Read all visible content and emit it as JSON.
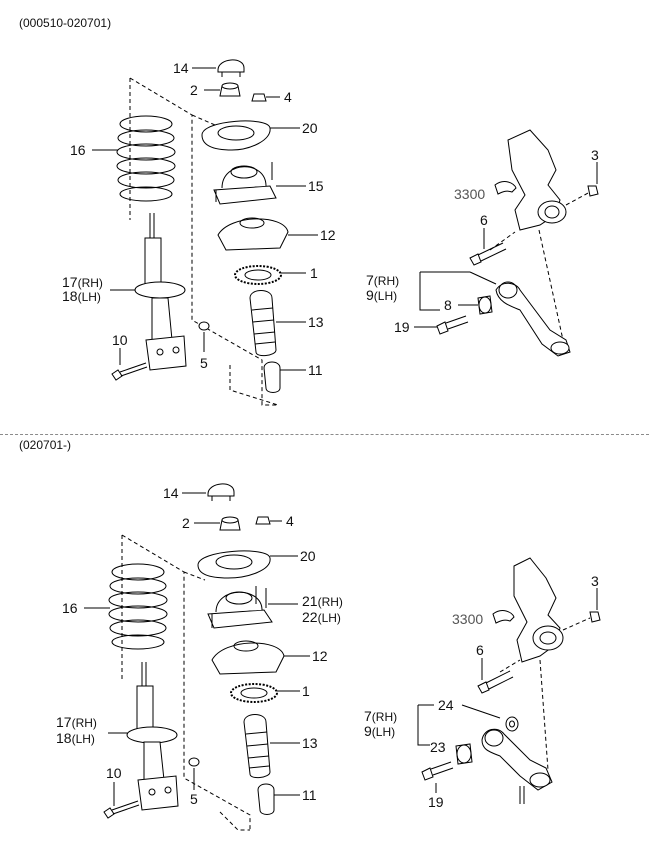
{
  "header_top": "(000510-020701)",
  "header_bottom": "(020701-)",
  "colors": {
    "line": "#000000",
    "separator": "#8b8b8b",
    "fill": "#ffffff"
  },
  "top": {
    "n14": "14",
    "n2": "2",
    "n4": "4",
    "n20": "20",
    "n16": "16",
    "n15": "15",
    "n12": "12",
    "n1": "1",
    "n13": "13",
    "n11": "11",
    "n17": "17",
    "rh": "(RH)",
    "n18": "18",
    "lh": "(LH)",
    "n10": "10",
    "n5": "5",
    "n3": "3",
    "n3300": "3300",
    "n6": "6",
    "n7": "7",
    "rh2": "(RH)",
    "n9": "9",
    "lh2": "(LH)",
    "n8": "8",
    "n19": "19"
  },
  "bottom": {
    "n14": "14",
    "n2": "2",
    "n4": "4",
    "n20": "20",
    "n16": "16",
    "n21": "21",
    "rh21": "(RH)",
    "n22": "22",
    "lh22": "(LH)",
    "n12": "12",
    "n1": "1",
    "n13": "13",
    "n11": "11",
    "n17": "17",
    "rh": "(RH)",
    "n18": "18",
    "lh": "(LH)",
    "n10": "10",
    "n5": "5",
    "n3": "3",
    "n3300": "3300",
    "n6": "6",
    "n7": "7",
    "rh2": "(RH)",
    "n9": "9",
    "lh2": "(LH)",
    "n24": "24",
    "n23": "23",
    "n19": "19"
  }
}
